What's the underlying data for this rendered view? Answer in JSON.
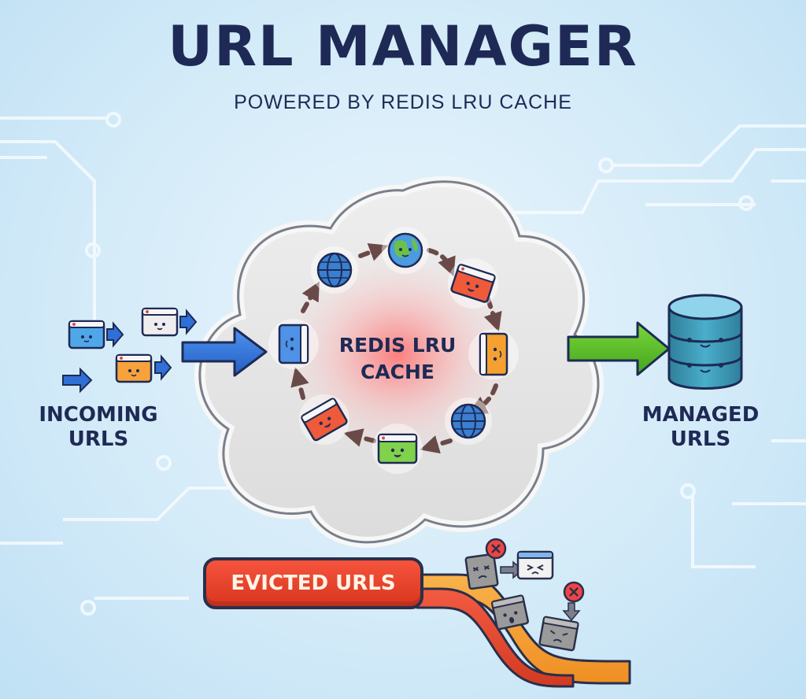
{
  "header": {
    "title": "URL MANAGER",
    "subtitle": "POWERED BY REDIS LRU CACHE"
  },
  "incoming": {
    "line1": "INCOMING",
    "line2": "URLS"
  },
  "cache": {
    "line1": "REDIS LRU",
    "line2": "CACHE"
  },
  "managed": {
    "line1": "MANAGED",
    "line2": "URLS"
  },
  "evicted": {
    "label": "EVICTED URLS"
  },
  "colors": {
    "title": "#1e2a55",
    "background": "#d2eaf8",
    "incoming_arrow": "#2f6fd6",
    "managed_arrow": "#5cc02a",
    "cloud_fill": "#e6e6e6",
    "cache_glow": "#ff8a8a",
    "evicted_banner": "#e8412a",
    "database": "#3f9bb5"
  },
  "icons": {
    "incoming_items": [
      "browser-window-icon",
      "browser-window-icon",
      "browser-window-icon"
    ],
    "cache_ring": [
      "globe-icon",
      "earth-icon",
      "browser-window-icon",
      "browser-window-icon",
      "globe-icon",
      "browser-window-icon",
      "browser-window-icon",
      "browser-window-icon"
    ],
    "managed_store": "database-icon",
    "evicted_items": [
      "broken-window-icon",
      "broken-window-icon",
      "broken-window-icon",
      "browser-window-icon"
    ],
    "evict_marker": "red-x-icon"
  }
}
